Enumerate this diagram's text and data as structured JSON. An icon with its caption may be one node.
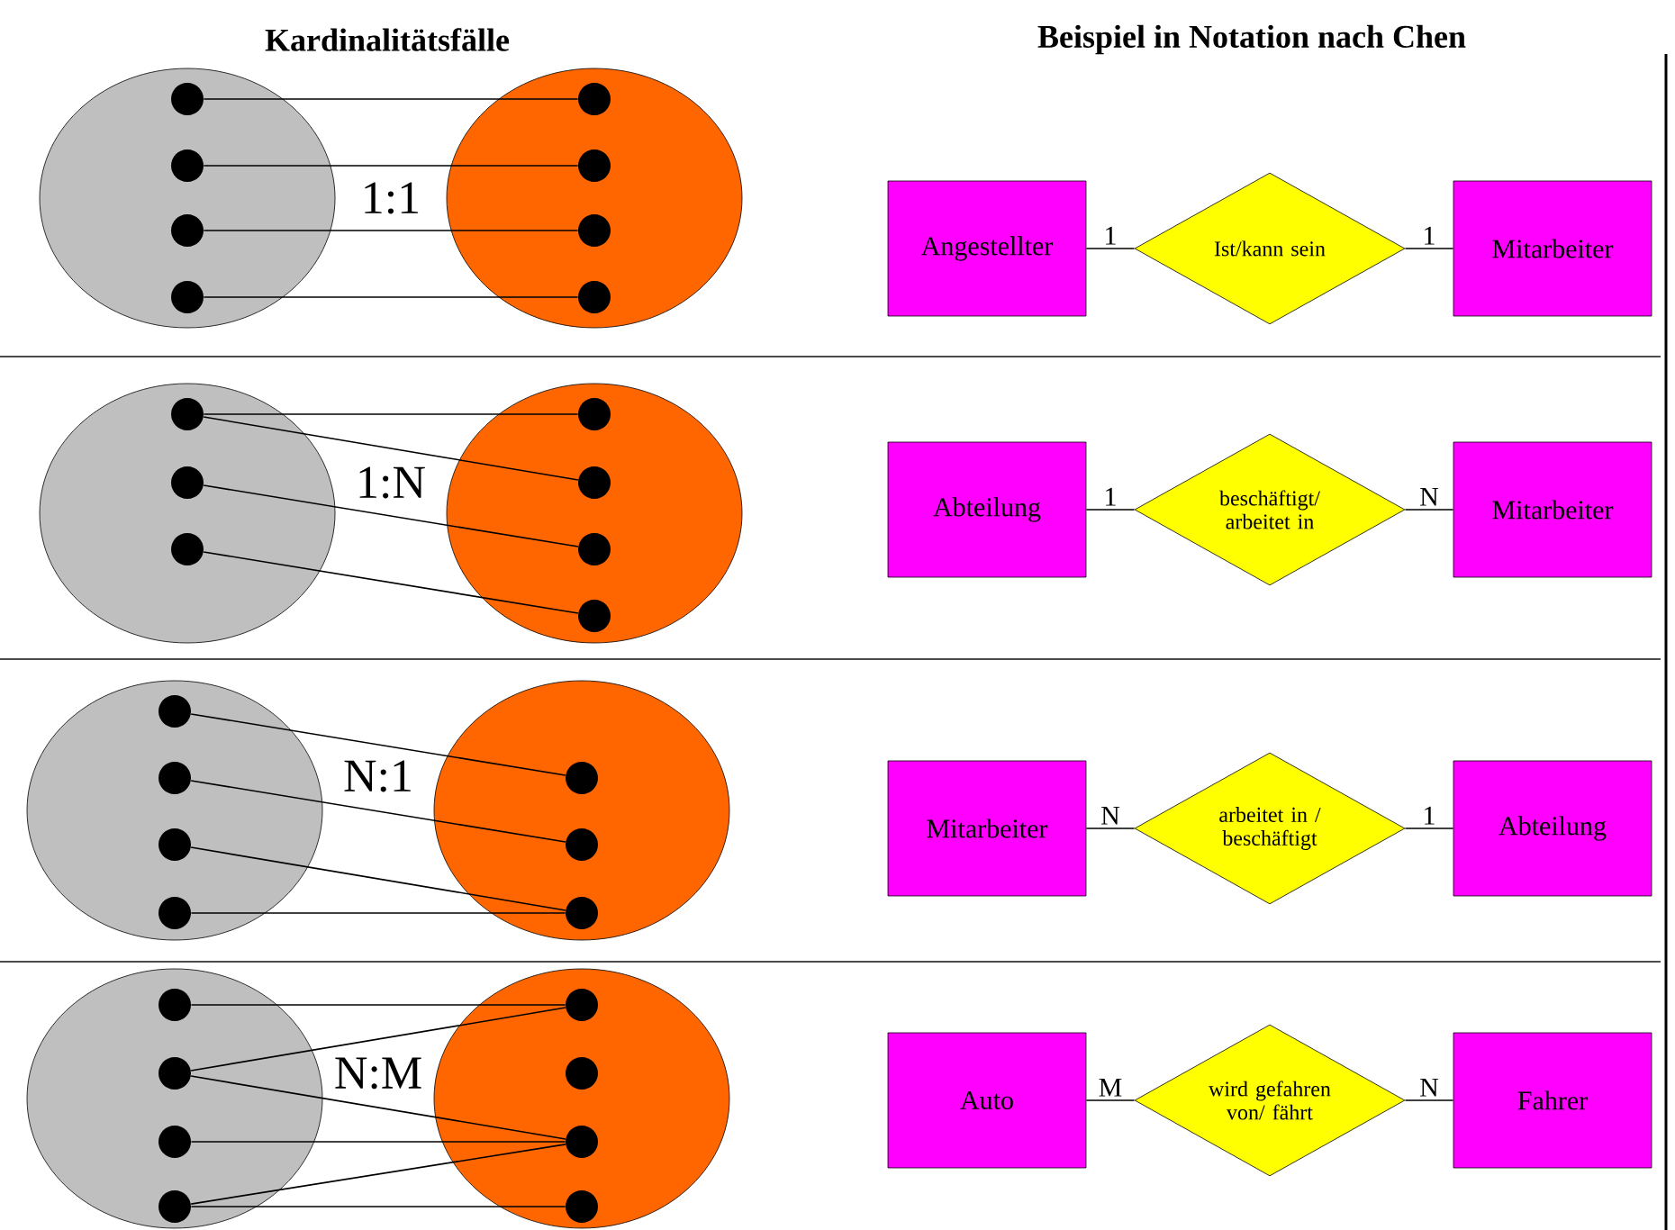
{
  "diagram": {
    "nodes": [
      {
        "text": [],
        "shape": "ellipse"
      },
      {
        "text": [],
        "shape": "circle",
        "in": 0
      },
      {
        "text": [],
        "shape": "circle",
        "in": 0
      },
      {
        "text": [],
        "shape": "circle",
        "in": 0
      },
      {
        "text": [],
        "shape": "circle",
        "in": 0
      },
      {
        "text": [],
        "shape": "ellipse"
      },
      {
        "text": [],
        "shape": "circle",
        "in": 5
      },
      {
        "text": [],
        "shape": "circle",
        "in": 5
      },
      {
        "text": [],
        "shape": "circle",
        "in": 5
      },
      {
        "text": [],
        "shape": "circle",
        "in": 5
      },
      {
        "text": [
          "Angestellter"
        ]
      },
      {
        "text": [
          "Ist/kann sein"
        ]
      },
      {
        "text": [
          "Mitarbeiter"
        ]
      },
      {
        "text": [],
        "shape": "ellipse"
      },
      {
        "text": [],
        "shape": "circle",
        "in": 13
      },
      {
        "text": [],
        "shape": "circle",
        "in": 13
      },
      {
        "text": [],
        "shape": "circle",
        "in": 13
      },
      {
        "text": [],
        "shape": "ellipse"
      },
      {
        "text": [],
        "shape": "circle",
        "in": 17
      },
      {
        "text": [],
        "shape": "circle",
        "in": 17
      },
      {
        "text": [],
        "shape": "circle",
        "in": 17
      },
      {
        "text": [],
        "shape": "circle",
        "in": 17
      },
      {
        "text": [
          "Abteilung"
        ]
      },
      {
        "text": [
          "beschäftigt/ arbeitet in"
        ]
      },
      {
        "text": [
          "Mitarbeiter"
        ]
      },
      {
        "text": [],
        "shape": "ellipse"
      },
      {
        "text": [],
        "shape": "circle",
        "in": 25
      },
      {
        "text": [],
        "shape": "circle",
        "in": 25
      },
      {
        "text": [],
        "shape": "circle",
        "in": 25
      },
      {
        "text": [],
        "shape": "circle",
        "in": 25
      },
      {
        "text": [],
        "shape": "ellipse"
      },
      {
        "text": [],
        "shape": "circle",
        "in": 30
      },
      {
        "text": [],
        "shape": "circle",
        "in": 30
      },
      {
        "text": [],
        "shape": "circle",
        "in": 30
      },
      {
        "text": [
          "Mitarbeiter"
        ]
      },
      {
        "text": [
          "arbeitet in / beschäftigt"
        ]
      },
      {
        "text": [
          "Abteilung"
        ]
      },
      {
        "text": [],
        "shape": "ellipse"
      },
      {
        "text": [],
        "shape": "circle",
        "in": 37
      },
      {
        "text": [],
        "shape": "circle",
        "in": 37
      },
      {
        "text": [],
        "shape": "circle",
        "in": 37
      },
      {
        "text": [],
        "shape": "circle",
        "in": 37
      },
      {
        "text": [],
        "shape": "ellipse"
      },
      {
        "text": [],
        "shape": "circle",
        "in": 42
      },
      {
        "text": [],
        "shape": "circle",
        "in": 42
      },
      {
        "text": [],
        "shape": "circle",
        "in": 42
      },
      {
        "text": [],
        "shape": "circle",
        "in": 42
      },
      {
        "text": [
          "Auto"
        ]
      },
      {
        "text": [
          "wird gefahren von/ fährt"
        ]
      },
      {
        "text": [
          "Fahrer"
        ]
      }
    ],
    "edges": [
      {
        "from": 1,
        "to": 6,
        "arrow": "none"
      },
      {
        "from": 2,
        "to": 7,
        "arrow": "none"
      },
      {
        "from": 3,
        "to": 8,
        "arrow": "none"
      },
      {
        "from": 4,
        "to": 9,
        "arrow": "none"
      },
      {
        "from": 10,
        "to": 11,
        "arrow": "none",
        "label": "1"
      },
      {
        "from": 11,
        "to": 12,
        "arrow": "none",
        "label": "1"
      },
      {
        "from": 14,
        "to": 18,
        "arrow": "none"
      },
      {
        "from": 14,
        "to": 19,
        "arrow": "none"
      },
      {
        "from": 15,
        "to": 20,
        "arrow": "none"
      },
      {
        "from": 16,
        "to": 21,
        "arrow": "none"
      },
      {
        "from": 22,
        "to": 23,
        "arrow": "none",
        "label": "1"
      },
      {
        "from": 23,
        "to": 24,
        "arrow": "none",
        "label": "N"
      },
      {
        "from": 26,
        "to": 31,
        "arrow": "none"
      },
      {
        "from": 27,
        "to": 32,
        "arrow": "none"
      },
      {
        "from": 28,
        "to": 33,
        "arrow": "none"
      },
      {
        "from": 29,
        "to": 33,
        "arrow": "none"
      },
      {
        "from": 34,
        "to": 35,
        "arrow": "none",
        "label": "N"
      },
      {
        "from": 35,
        "to": 36,
        "arrow": "none",
        "label": "1"
      },
      {
        "from": 38,
        "to": 43,
        "arrow": "none"
      },
      {
        "from": 39,
        "to": 43,
        "arrow": "none"
      },
      {
        "from": 39,
        "to": 45,
        "arrow": "none"
      },
      {
        "from": 40,
        "to": 45,
        "arrow": "none"
      },
      {
        "from": 41,
        "to": 45,
        "arrow": "none"
      },
      {
        "from": 41,
        "to": 46,
        "arrow": "none"
      },
      {
        "from": 47,
        "to": 48,
        "arrow": "none",
        "label": "M"
      },
      {
        "from": 48,
        "to": 49,
        "arrow": "none",
        "label": "N"
      }
    ],
    "labels": [
      "Kardinalitätsfälle",
      "Beispiel in Notation nach Chen",
      "1:1",
      "1:N",
      "N:1",
      "N:M"
    ]
  }
}
